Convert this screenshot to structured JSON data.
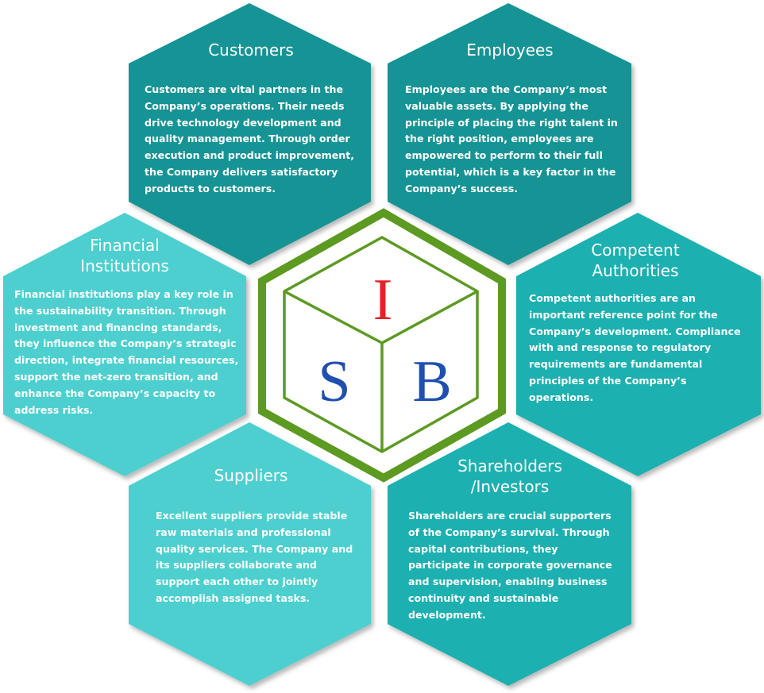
{
  "colors": {
    "dark_teal": "#129394",
    "mid_teal": "#1ab0b0",
    "light_teal": "#4dcfcf",
    "cube_green": "#5c9a22",
    "letter_red": "#e8202a",
    "letter_blue": "#1f4fb0"
  },
  "cube": {
    "letters": [
      "I",
      "S",
      "B"
    ]
  },
  "stakeholders": [
    {
      "id": "customers",
      "title": "Customers",
      "body": "Customers are vital partners in the Company’s operations. Their needs drive technology development and quality management. Through order execution and product improvement, the Company delivers satisfactory products to customers."
    },
    {
      "id": "employees",
      "title": "Employees",
      "body": "Employees are the Company’s most valuable assets. By applying the principle of placing the right talent in the right position, employees are empowered to perform to their full potential, which is a key factor in the Company’s success."
    },
    {
      "id": "financial",
      "title": "Financial Institutions",
      "body": "Financial institutions play a key role in the sustainability transition. Through investment and financing standards, they influence the Company’s strategic direction, integrate financial resources, support the net-zero transition, and enhance the Company’s capacity to address risks."
    },
    {
      "id": "authorities",
      "title": "Competent Authorities",
      "body": "Competent authorities are an important reference point for the Company’s development. Compliance with and response to regulatory requirements are fundamental principles of the Company’s operations."
    },
    {
      "id": "suppliers",
      "title": "Suppliers",
      "body": "Excellent suppliers provide stable raw materials and professional quality services. The Company and its suppliers collaborate and support each other to jointly accomplish assigned tasks."
    },
    {
      "id": "shareholders",
      "title": "Shareholders /Investors",
      "body": "Shareholders are crucial supporters of the Company’s survival. Through capital contributions, they participate in corporate governance and supervision, enabling business continuity and sustainable development."
    }
  ]
}
